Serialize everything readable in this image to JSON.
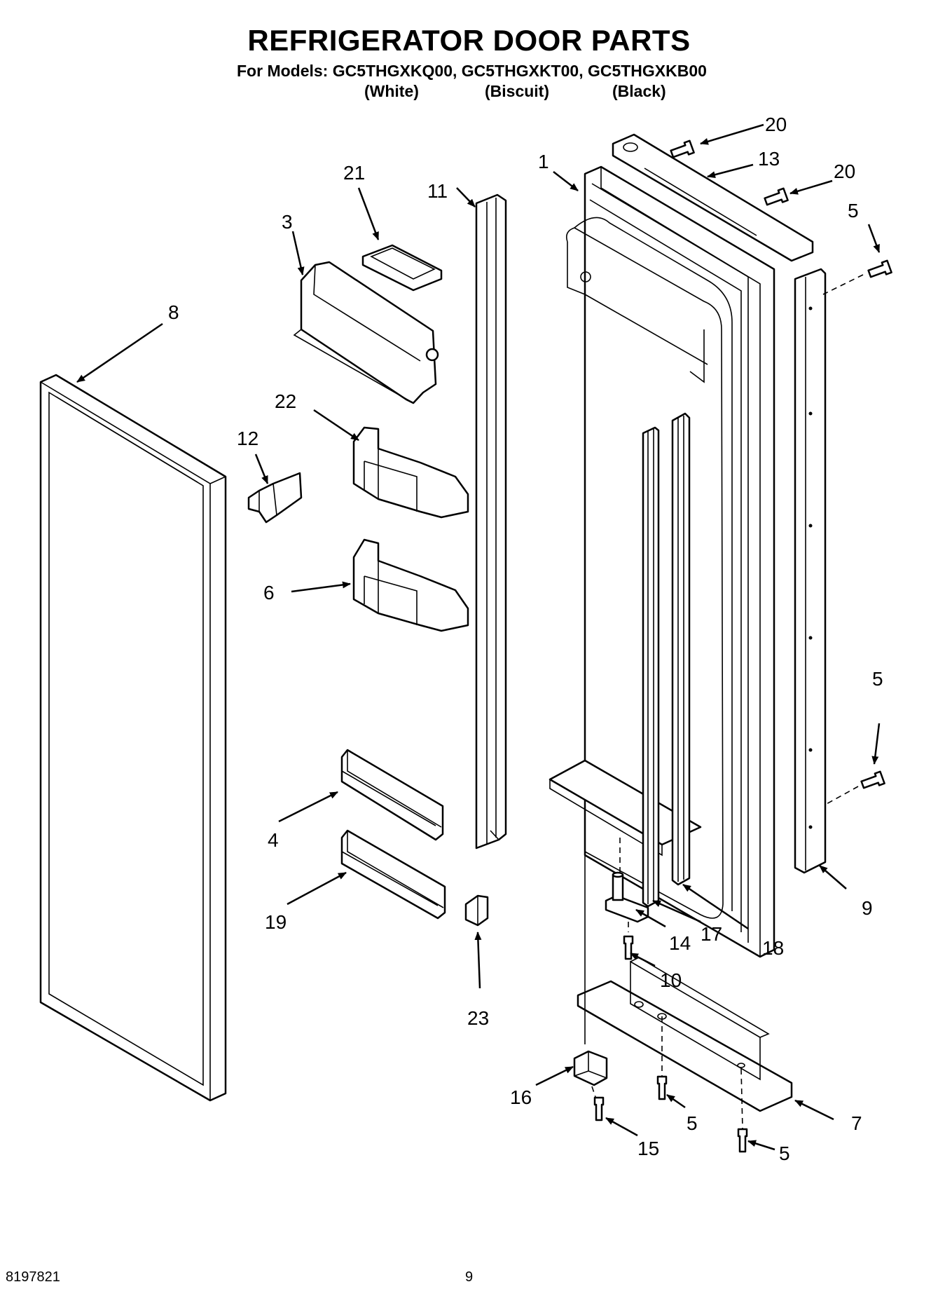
{
  "header": {
    "title": "REFRIGERATOR DOOR PARTS",
    "models_line": "For Models: GC5THGXKQ00, GC5THGXKT00, GC5THGXKB00",
    "variants": [
      "(White)",
      "(Biscuit)",
      "(Black)"
    ]
  },
  "callouts": [
    "20",
    "13",
    "1",
    "20",
    "21",
    "11",
    "5",
    "3",
    "8",
    "22",
    "12",
    "6",
    "5",
    "4",
    "9",
    "19",
    "14",
    "17",
    "18",
    "10",
    "23",
    "16",
    "5",
    "7",
    "15",
    "5"
  ],
  "footer": {
    "doc_number": "8197821",
    "page_number": "9"
  }
}
